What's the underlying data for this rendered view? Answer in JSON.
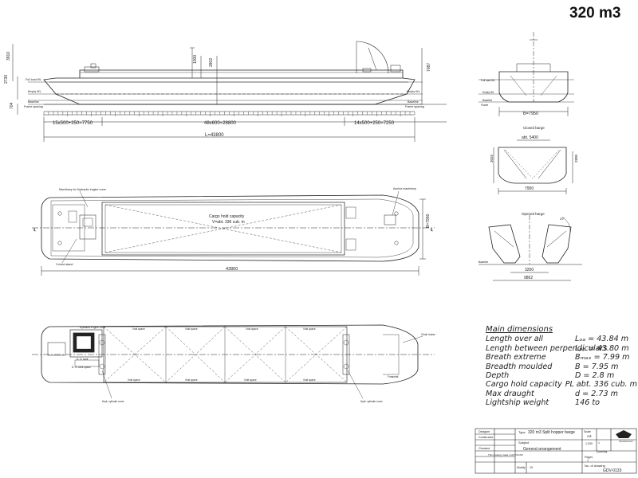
{
  "title": "320 m3",
  "profile": {
    "dim_height_left": "3910",
    "dim_2730": "2730",
    "dim_704": "704",
    "dim_7087": "7087",
    "dim_1000": "1000",
    "dim_2802": "2802",
    "full_load": "Full load WL",
    "empty_wl": "Empty WL",
    "baseline": "Baseline",
    "frame_spacing": "Frame spacing",
    "span_aft": "15x500+250=7750",
    "span_mid": "48x600=28800",
    "span_fwd": "14x500+250=7250",
    "overall": "L=43800"
  },
  "plan": {
    "label_engine": "Machinery for Hydraulic engine room",
    "label_anchor": "Anchor machinery",
    "label_control": "Control stand",
    "cargo_line1": "Cargo hold capacity",
    "cargo_line2": "V=abt. 336 cub. m",
    "beam": "B=7950",
    "length": "43800",
    "cl": "℄"
  },
  "lower_plan": {
    "hydraulic_room": "Hydraulic engine room",
    "void1": "Void space",
    "void2": "Void space",
    "void3": "Void space",
    "void4": "Void space",
    "void5": "Void space",
    "void6": "Void space",
    "void7": "Void space",
    "void8": "Void space",
    "chain_locker": "Chain locker",
    "dg_tank": "D. G. tank",
    "dg_tank_space": "D. G. tank space",
    "hyd_cyl1": "Hydr. cylinder room",
    "hyd_cyl2": "Hydr. cylinder room",
    "forepeak": "Forepeak"
  },
  "section": {
    "beam": "B=7950",
    "full_load": "Full load WL",
    "empty_wl": "Empty WL",
    "baseline": "Baseline",
    "frame": "Frame"
  },
  "closed": {
    "title": "Closed barge",
    "abt": "abt. 5400",
    "h1": "3025",
    "h2": "2800",
    "w": "7950"
  },
  "opened": {
    "title": "Opened barge",
    "angle": "29°",
    "baseline": "Baseline",
    "w1": "3200",
    "w2": "9862"
  },
  "main_dimensions": {
    "heading": "Main dimensions",
    "rows": [
      {
        "k": "Length over all",
        "v": "Lₒₐ  = 43.84 m"
      },
      {
        "k": "Length between perpendiculars",
        "v": "Lₚₚ  = 43.80 m"
      },
      {
        "k": "Breath extreme",
        "v": "Bₘₐₓ = 7.99 m"
      },
      {
        "k": "Breadth moulded",
        "v": "B    = 7.95 m"
      },
      {
        "k": "Depth",
        "v": "D    = 2.8 m"
      },
      {
        "k": "Cargo hold capacity",
        "v": "PL  abt. 336 cub. m"
      },
      {
        "k": "Max draught",
        "v": "d    = 2.73 m"
      },
      {
        "k": "Lightship weight",
        "v": "146 to"
      }
    ]
  },
  "title_block": {
    "type_label": "Type",
    "type_value": "320 m3 Split hopper barge",
    "subject_label": "Subject",
    "subject_value": "General arrangement",
    "scale_label": "Scale",
    "scale_value": "A3",
    "scale2": "1:200",
    "sheet": "1",
    "designer": "Designer",
    "constructor": "Constructor",
    "checked": "Checked",
    "drawing_note": "This drawing made in AUTOCAD",
    "drawing_no_label": "No. of drawing",
    "drawing_no": "GDV-0133",
    "quantity_label": "Quantity",
    "pages_label": "Pages",
    "pages_value": "1",
    "modify_label": "Modify",
    "modify_value": "19",
    "company": "TECHNOLOGY"
  }
}
